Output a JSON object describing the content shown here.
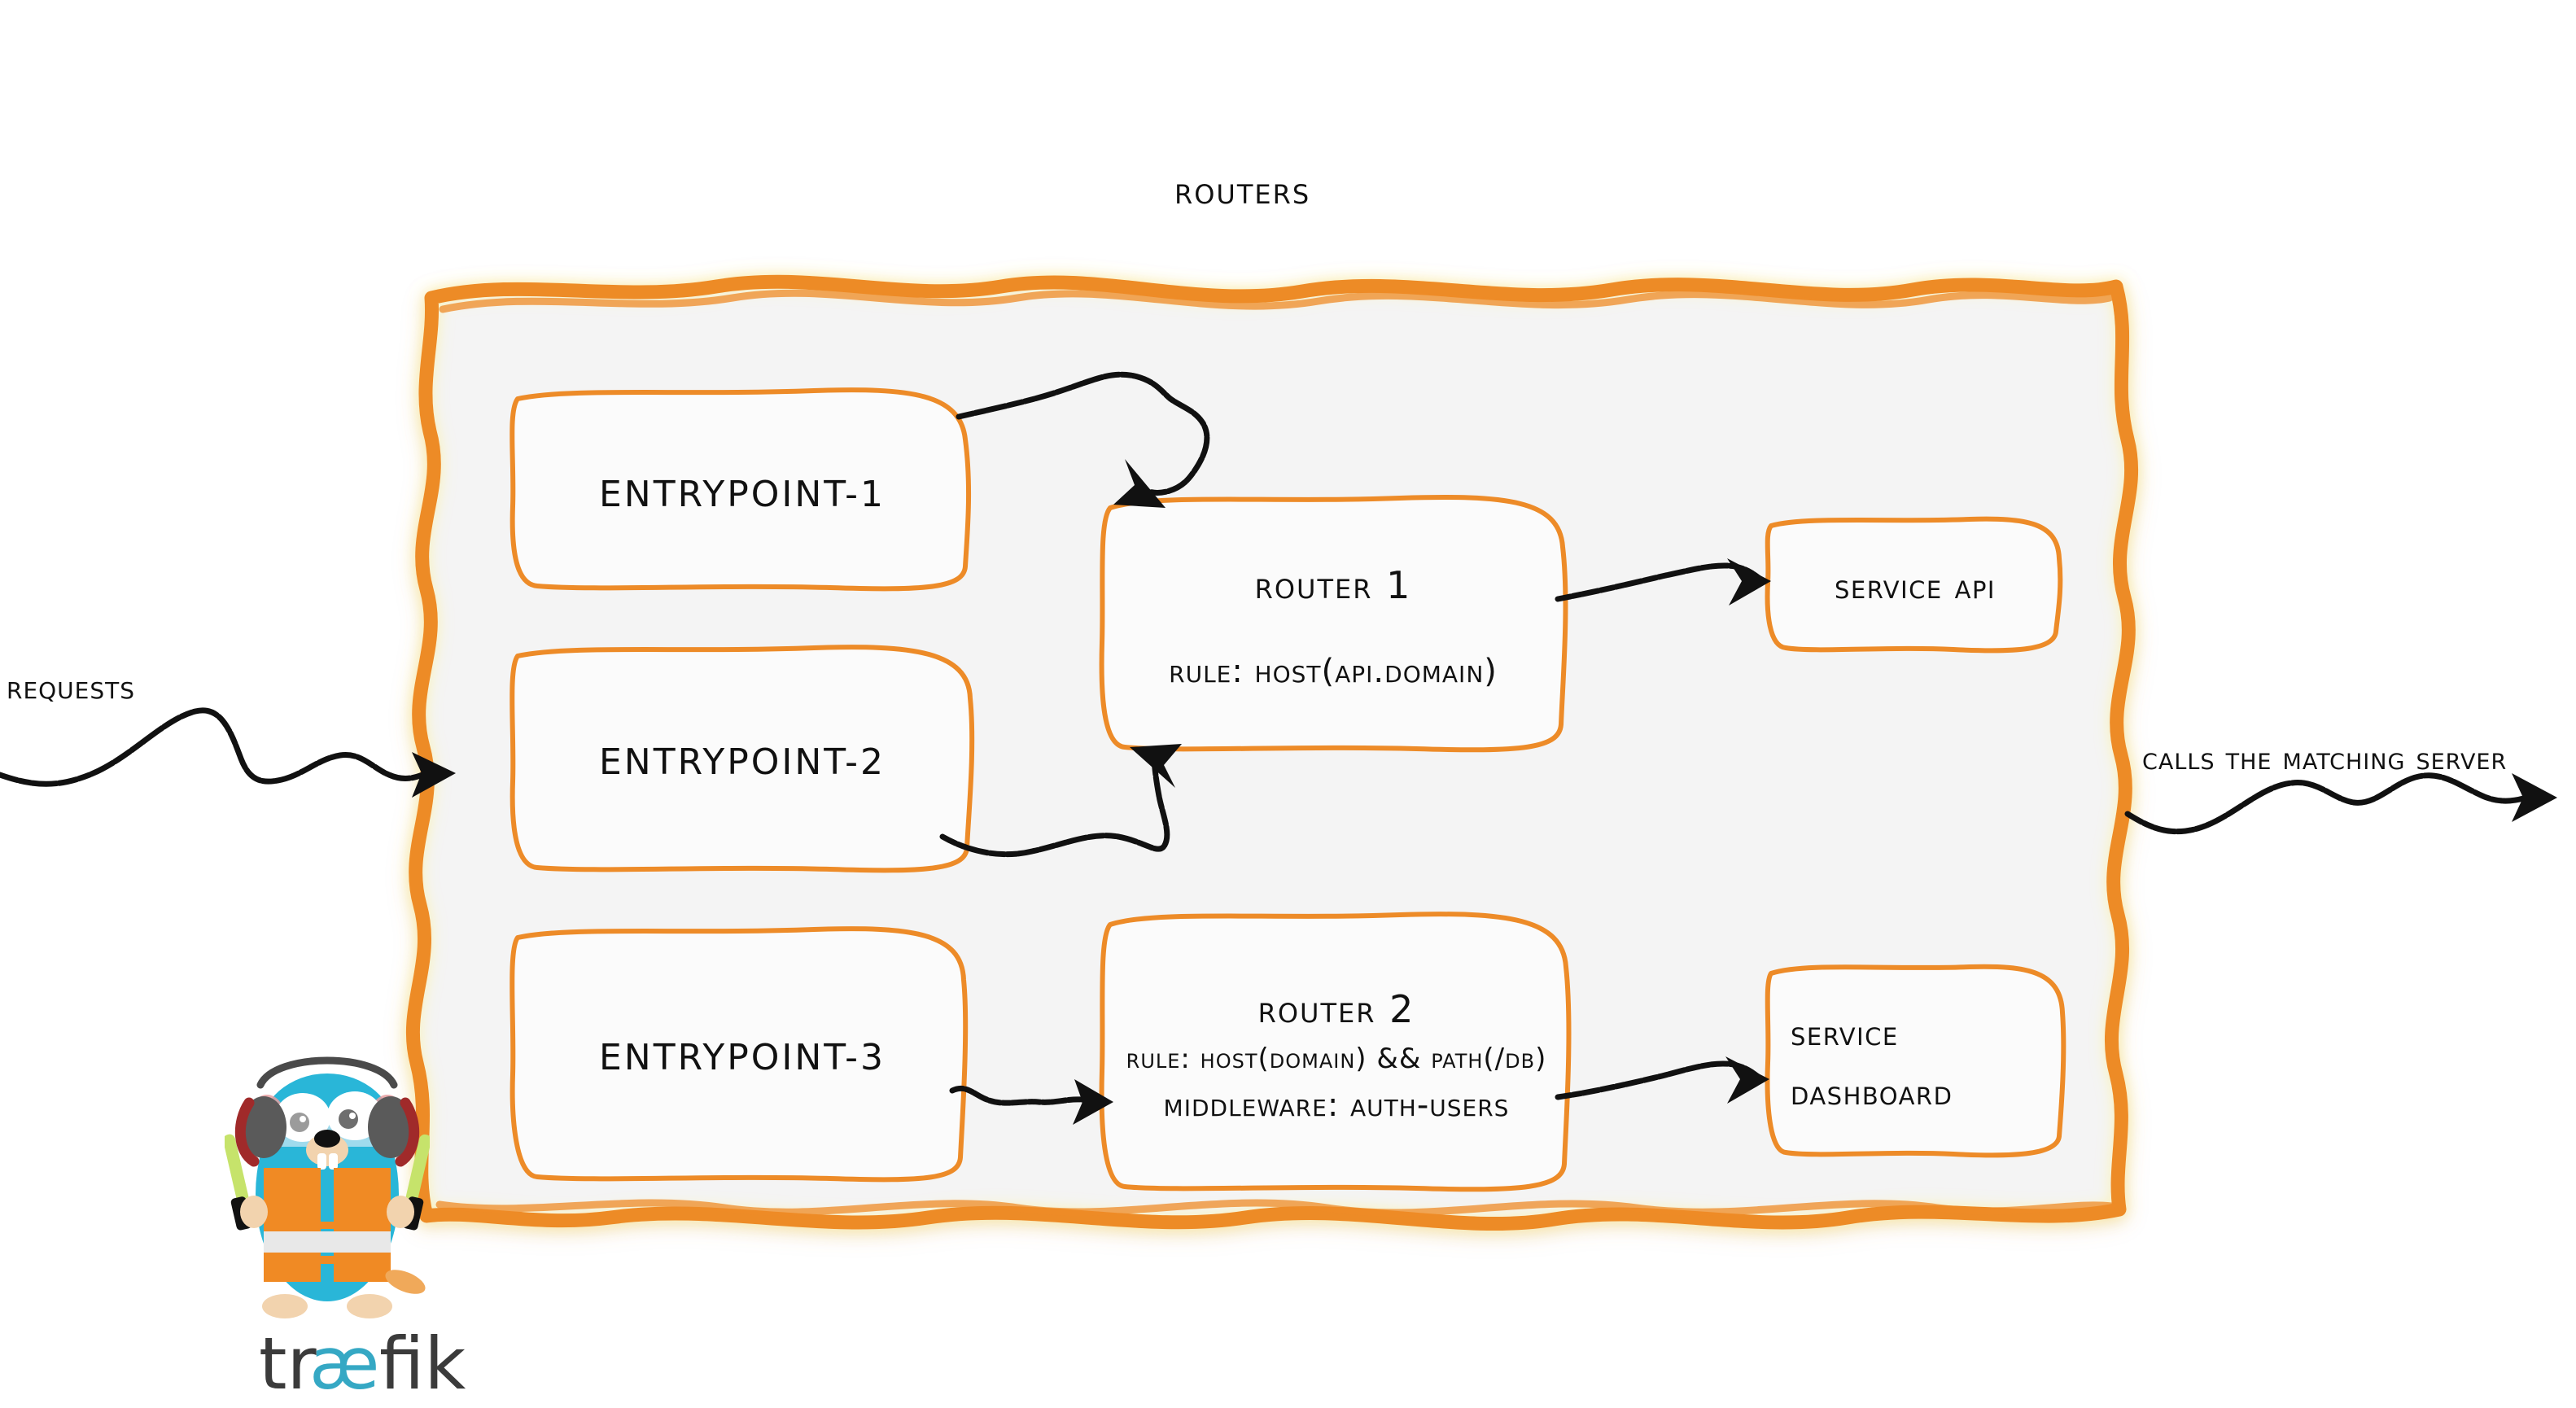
{
  "diagram": {
    "title": "Routers",
    "container_label": "routers-container",
    "colors": {
      "accent_orange": "#ED8B28",
      "panel_fill": "#F4F4F4",
      "ink": "#111111",
      "gopher_blue": "#29B6D8",
      "gopher_vest_orange": "#F08A24",
      "wordmark_dark": "#3B3B3B",
      "wordmark_cyan": "#35A8C4"
    },
    "inbound": {
      "label": "Requests",
      "arrow_name": "requests-arrow"
    },
    "outbound": {
      "label": "Calls the matching server",
      "arrow_name": "calls-arrow"
    },
    "entrypoints": [
      {
        "label": "entrypoint-1"
      },
      {
        "label": "entrypoint-2"
      },
      {
        "label": "entrypoint-3"
      }
    ],
    "routers": [
      {
        "title": "Router 1",
        "lines": [
          "rule: Host(api.domain)"
        ]
      },
      {
        "title": "Router 2",
        "lines": [
          "rule: Host(domain) && Path(/db)",
          "Middleware: auth-users"
        ]
      }
    ],
    "services": [
      {
        "lines": [
          "Service API"
        ]
      },
      {
        "lines": [
          "Service",
          "Dashboard"
        ]
      }
    ],
    "brand": {
      "wordmark_part1": "tr",
      "wordmark_part2": "æ",
      "wordmark_part3": "fik",
      "mascot": "traefik-gopher-mascot"
    }
  }
}
